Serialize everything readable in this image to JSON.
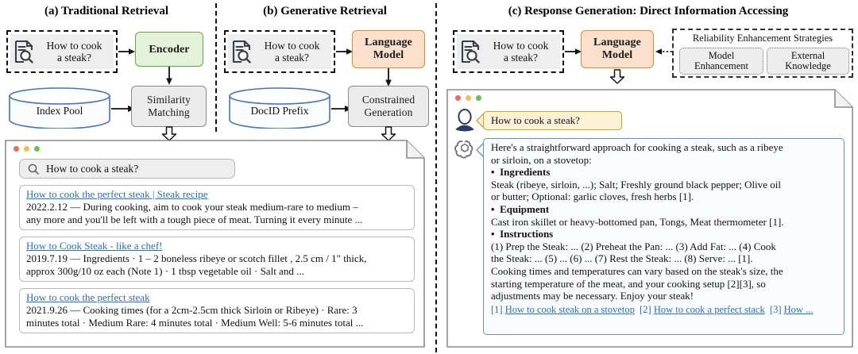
{
  "panels": {
    "a": {
      "title": "(a) Traditional Retrieval"
    },
    "b": {
      "title": "(b) Generative Retrieval"
    },
    "c": {
      "title": "(c) Response Generation: Direct Information Accessing"
    }
  },
  "query": {
    "line1": "How to cook",
    "line2": "a steak?",
    "icon": "document-search-icon"
  },
  "nodes": {
    "encoder": "Encoder",
    "language_model_line1": "Language",
    "language_model_line2": "Model",
    "similarity_line1": "Similarity",
    "similarity_line2": "Matching",
    "constrained_line1": "Constrained",
    "constrained_line2": "Generation",
    "index_pool": "Index Pool",
    "docid_prefix": "DocID Prefix"
  },
  "strategies": {
    "title": "Reliability Enhancement Strategies",
    "items": [
      {
        "line1": "Model",
        "line2": "Enhancement"
      },
      {
        "line1": "External",
        "line2": "Knowledge"
      }
    ]
  },
  "browser": {
    "dots": [
      "#ed6a5e",
      "#f5bd4f",
      "#61c554"
    ],
    "search": {
      "value": "How to cook a steak?",
      "icon": "search-icon"
    },
    "results": [
      {
        "title": "How to cook the perfect steak | Steak recipe",
        "snippet_line1": "2022.2.12 — During cooking, aim to cook your steak medium-rare to medium –",
        "snippet_line2": "any more and you'll be left with a tough piece of meat. Turning it every minute ..."
      },
      {
        "title": "How to Cook Steak - like a chef!",
        "snippet_line1": "2019.7.19 — Ingredients · 1 – 2 boneless ribeye or scotch fillet , 2.5 cm / 1\" thick,",
        "snippet_line2": "approx 300g/10 oz each (Note 1) · 1 tbsp vegetable oil · Salt and ..."
      },
      {
        "title": "How to cook the perfect steak",
        "snippet_line1": "2021.9.26 — Cooking times (for a 2cm-2.5cm thick Sirloin or Ribeye) · Rare: 3",
        "snippet_line2": "minutes total · Medium Rare: 4 minutes total · Medium Well: 5-6 minutes total ..."
      }
    ]
  },
  "chat": {
    "dots": [
      "#ed6a5e",
      "#f5bd4f",
      "#61c554"
    ],
    "user_avatar_icon": "user-avatar-icon",
    "assistant_avatar_icon": "openai-logo-icon",
    "user_message": "How to cook a steak?",
    "assistant": {
      "intro_line1": "Here's a straightforward approach for cooking a steak, such as a ribeye",
      "intro_line2": "or sirloin, on a stovetop:",
      "sections": [
        {
          "heading": "Ingredients",
          "lines": [
            "Steak (ribeye, sirloin, ...); Salt; Freshly ground black pepper; Olive oil",
            "or butter; Optional: garlic cloves, fresh herbs [1]."
          ]
        },
        {
          "heading": "Equipment",
          "lines": [
            "Cast iron skillet or heavy-bottomed pan, Tongs, Meat thermometer [1]."
          ]
        },
        {
          "heading": "Instructions",
          "lines": [
            "(1) Prep the Steak: ... (2) Preheat the Pan: ... (3) Add Fat: ... (4) Cook",
            "the Steak: ... (5) ... (6) ... (7) Rest the Steak: ... (8) Serve: ... [1].",
            "Cooking times and temperatures can vary based on the steak's size, the",
            "starting temperature of the meat, and your cooking setup [2][3], so",
            "adjustments may be necessary. Enjoy your steak!"
          ]
        }
      ],
      "citations": [
        {
          "num": "[1]",
          "text": "How to cook steak on a stovetop"
        },
        {
          "num": "[2]",
          "text": "How to cook a perfect stack"
        },
        {
          "num": "[3]",
          "text": "How ..."
        }
      ]
    }
  }
}
